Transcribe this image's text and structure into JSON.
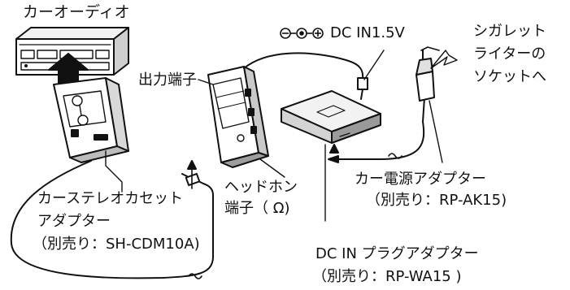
{
  "labels": {
    "car_audio": "カーオーディオ",
    "output_terminal": "出力端子",
    "dc_in_spec": "DC IN1.5V",
    "cigarette_line1": "シガレット",
    "cigarette_line2": "ライターの",
    "cigarette_line3": "ソケットへ",
    "car_power_adapter": "カー電源アダプター",
    "car_power_adapter_sold": "（別売り：RP-AK15)",
    "headphone_line1": "ヘッドホン",
    "headphone_line2": "端子（ ",
    "headphone_symbol": "Ω",
    "headphone_close": ")",
    "cassette_adapter_line1": "カーステレオカセット",
    "cassette_adapter_line2": "アダプター",
    "cassette_adapter_sold": "（別売り：SH-CDM10A)",
    "dc_plug_adapter": "DC IN プラグアダプター",
    "dc_plug_adapter_sold": "（別売り：RP-WA15 )"
  },
  "colors": {
    "line": "#111111",
    "fill_light": "#f2f2f2",
    "fill_mid": "#cfcfcf",
    "fill_dark": "#444444"
  }
}
